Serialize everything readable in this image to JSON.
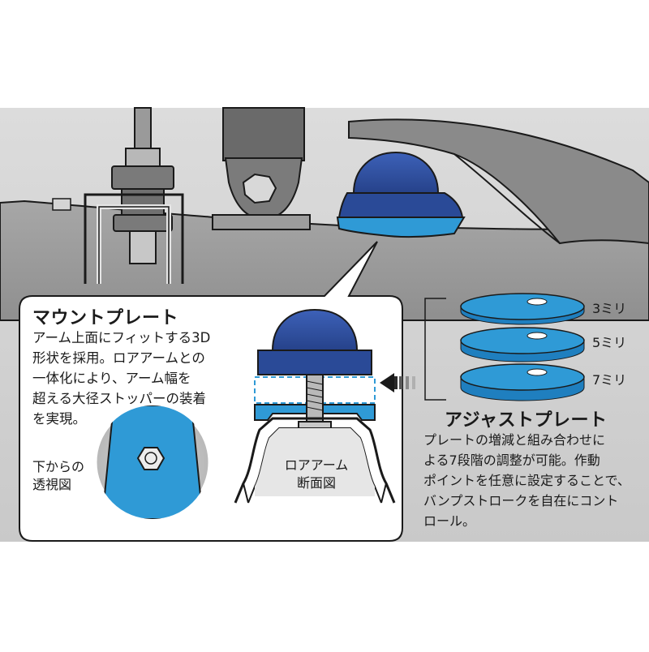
{
  "mount_plate": {
    "title": "マウントプレート",
    "description": "アーム上面にフィットする3D\n形状を採用。ロアアームとの\n一体化により、アーム幅を\n超える大径ストッパーの装着\nを実現。",
    "view_label": "下からの\n透視図",
    "section_label": "ロアアーム\n断面図"
  },
  "adjust_plate": {
    "title": "アジャストプレート",
    "description": "プレートの増減と組み合わせに\nよる7段階の調整が可能。作動\nポイントを任意に設定することで、\nバンプストロークを自在にコント\nロール。",
    "plates": [
      {
        "label": "3ミリ"
      },
      {
        "label": "5ミリ"
      },
      {
        "label": "7ミリ"
      }
    ]
  },
  "colors": {
    "stopper_blue": "#2f4f9e",
    "plate_blue": "#2f9ad6",
    "background_gray": "#d5d5d5"
  }
}
